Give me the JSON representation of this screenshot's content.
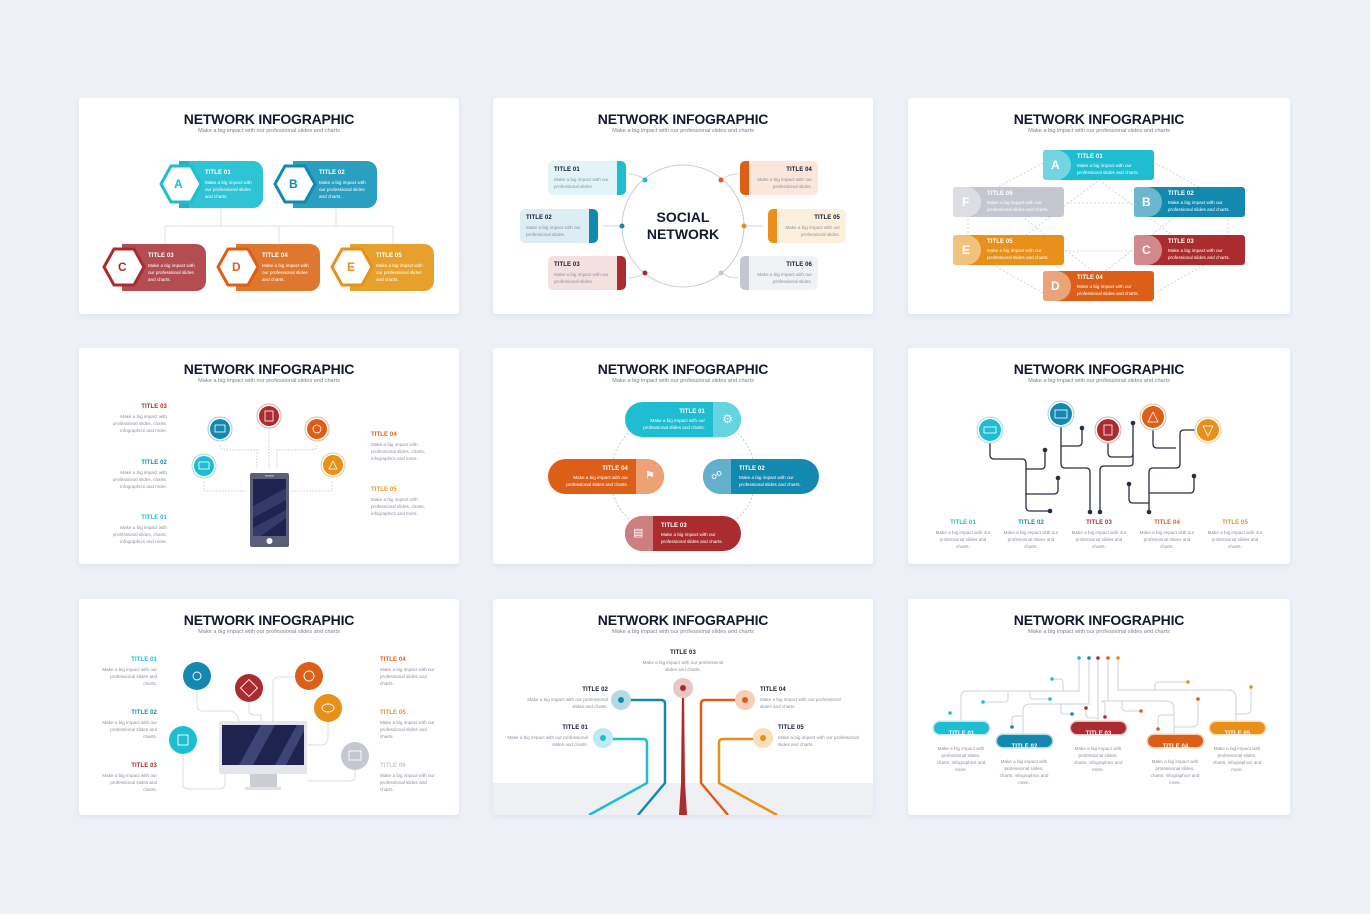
{
  "common": {
    "title": "NETWORK INFOGRAPHIC",
    "subtitle": "Make a big impact with our professional slides and charts"
  },
  "colors": {
    "background": "#edf1f7",
    "teal": "#1ebdd2",
    "blue": "#1489b0",
    "red": "#ab2c2f",
    "orange": "#dd5f17",
    "amber": "#e8901a",
    "gray": "#c4c7cf",
    "navy": "#141a2e"
  },
  "slides": [
    {
      "id": "hexagon-tree",
      "items": [
        {
          "letter": "A",
          "title": "TITLE 01",
          "desc": "Make a big impact with our professional slides and charts."
        },
        {
          "letter": "B",
          "title": "TITLE 02",
          "desc": "Make a big impact with our professional slides and charts."
        },
        {
          "letter": "C",
          "title": "TITLE 03",
          "desc": "Make a big impact with our professional slides and charts."
        },
        {
          "letter": "D",
          "title": "TITLE 04",
          "desc": "Make a big impact with our professional slides and charts."
        },
        {
          "letter": "E",
          "title": "TITLE 05",
          "desc": "Make a big impact with our professional slides and charts."
        }
      ]
    },
    {
      "id": "social-network",
      "center_line1": "SOCIAL",
      "center_line2": "NETWORK",
      "items": [
        {
          "title": "TITLE 01",
          "desc": "Make a big impact with our professional slides."
        },
        {
          "title": "TITLE 02",
          "desc": "Make a big impact with our professional slides."
        },
        {
          "title": "TITLE 03",
          "desc": "Make a big impact with our professional slides."
        },
        {
          "title": "TITLE 04",
          "desc": "Make a big impact with our professional slides."
        },
        {
          "title": "TITLE 05",
          "desc": "Make a big impact with our professional slides."
        },
        {
          "title": "TITLE 06",
          "desc": "Make a big impact with our professional slides."
        }
      ]
    },
    {
      "id": "hexagram-network",
      "items": [
        {
          "letter": "A",
          "title": "TITLE 01",
          "desc": "Make a big impact with our professional slides and charts."
        },
        {
          "letter": "B",
          "title": "TITLE 02",
          "desc": "Make a big impact with our professional slides and charts."
        },
        {
          "letter": "C",
          "title": "TITLE 03",
          "desc": "Make a big impact with our professional slides and charts."
        },
        {
          "letter": "D",
          "title": "TITLE 04",
          "desc": "Make a big impact with our professional slides and charts."
        },
        {
          "letter": "E",
          "title": "TITLE 05",
          "desc": "Make a big impact with our professional slides and charts."
        },
        {
          "letter": "F",
          "title": "TITLE 06",
          "desc": "Make a big impact with our professional slides and charts."
        }
      ]
    },
    {
      "id": "smartphone-network",
      "items": [
        {
          "title": "TITLE 01",
          "desc": "Make a big impact with professional slides, charts, infographics and more."
        },
        {
          "title": "TITLE 02",
          "desc": "Make a big impact with professional slides, charts, infographics and more."
        },
        {
          "title": "TITLE 03",
          "desc": "Make a big impact with professional slides, charts, infographics and more."
        },
        {
          "title": "TITLE 04",
          "desc": "Make a big impact with professional slides, charts, infographics and more."
        },
        {
          "title": "TITLE 05",
          "desc": "Make a big impact with professional slides, charts, infographics and more."
        }
      ]
    },
    {
      "id": "pill-cycle",
      "items": [
        {
          "title": "TITLE 01",
          "desc": "Make a big impact with our professional slides and charts."
        },
        {
          "title": "TITLE 02",
          "desc": "Make a big impact with our professional slides and charts."
        },
        {
          "title": "TITLE 03",
          "desc": "Make a big impact with our professional slides and charts."
        },
        {
          "title": "TITLE 04",
          "desc": "Make a big impact with our professional slides and charts."
        }
      ]
    },
    {
      "id": "circuit-tree",
      "items": [
        {
          "title": "TITLE 01",
          "desc": "Make a big impact with our professional slides and charts."
        },
        {
          "title": "TITLE 02",
          "desc": "Make a big impact with our professional slides and charts."
        },
        {
          "title": "TITLE 03",
          "desc": "Make a big impact with our professional slides and charts."
        },
        {
          "title": "TITLE 04",
          "desc": "Make a big impact with our professional slides and charts."
        },
        {
          "title": "TITLE 05",
          "desc": "Make a big impact with our professional slides and charts."
        }
      ]
    },
    {
      "id": "monitor-network",
      "items": [
        {
          "title": "TITLE 01",
          "desc": "Make a big impact with our professional slides and charts."
        },
        {
          "title": "TITLE 02",
          "desc": "Make a big impact with our professional slides and charts."
        },
        {
          "title": "TITLE 03",
          "desc": "Make a big impact with our professional slides and charts."
        },
        {
          "title": "TITLE 04",
          "desc": "Make a big impact with our professional slides and charts."
        },
        {
          "title": "TITLE 05",
          "desc": "Make a big impact with our professional slides and charts."
        },
        {
          "title": "TITLE 06",
          "desc": "Make a big impact with our professional slides and charts."
        }
      ]
    },
    {
      "id": "road-lines",
      "items": [
        {
          "title": "TITLE 01",
          "desc": "Make a big impact with our professional slides and charts."
        },
        {
          "title": "TITLE 02",
          "desc": "Make a big impact with our professional slides and charts."
        },
        {
          "title": "TITLE 03",
          "desc": "Make a big impact with our professional slides and charts."
        },
        {
          "title": "TITLE 04",
          "desc": "Make a big impact with our professional slides and charts."
        },
        {
          "title": "TITLE 05",
          "desc": "Make a big impact with our professional slides and charts."
        }
      ]
    },
    {
      "id": "circuit-labels",
      "items": [
        {
          "title": "TITLE 01",
          "desc": "Make a big impact with professional slides, charts, infographics and more."
        },
        {
          "title": "TITLE 02",
          "desc": "Make a big impact with professional slides, charts, infographics and more."
        },
        {
          "title": "TITLE 03",
          "desc": "Make a big impact with professional slides, charts, infographics and more."
        },
        {
          "title": "TITLE 04",
          "desc": "Make a big impact with professional slides, charts, infographics and more."
        },
        {
          "title": "TITLE 05",
          "desc": "Make a big impact with professional slides, charts, infographics and more."
        }
      ]
    }
  ]
}
